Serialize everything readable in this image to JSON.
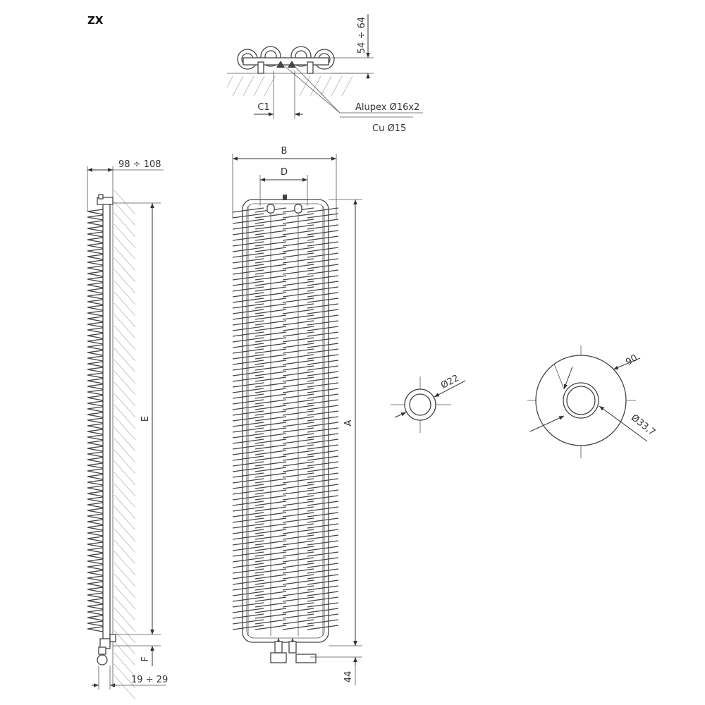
{
  "title": "ZX",
  "top_view": {
    "dim_height": "54 ÷ 64",
    "dim_c1": "C1",
    "label_alupex": "Alupex Ø16x2",
    "label_cu": "Cu Ø15"
  },
  "side_view": {
    "dim_depth": "98 ÷ 108",
    "dim_e": "E",
    "dim_f": "F",
    "dim_offset": "19 ÷ 29"
  },
  "front_view": {
    "dim_b": "B",
    "dim_d": "D",
    "dim_a": "A",
    "dim_bottom": "44"
  },
  "pipe_section": {
    "dim_diameter": "Ø22"
  },
  "rosette_section": {
    "dim_outer": "90",
    "dim_inner": "Ø33,7"
  }
}
